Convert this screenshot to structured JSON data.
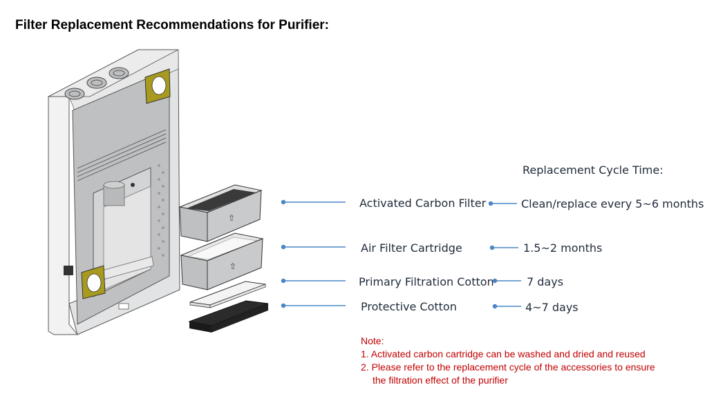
{
  "title": "Filter Replacement Recommendations for Purifier:",
  "cycle_heading": "Replacement Cycle Time:",
  "items": [
    {
      "label": "Activated Carbon Filter",
      "cycle": "Clean/replace every 5~6 months"
    },
    {
      "label": "Air Filter Cartridge",
      "cycle": "1.5~2 months"
    },
    {
      "label": "Primary Filtration Cotton",
      "cycle": "7 days"
    },
    {
      "label": "Protective Cotton",
      "cycle": "4~7 days"
    }
  ],
  "note": {
    "heading": "Note:",
    "line1": "1. Activated carbon cartridge can be washed and dried and reused",
    "line2a": "2. Please refer to the replacement cycle of the accessories to ensure",
    "line2b": "the filtration effect of the purifier"
  },
  "colors": {
    "leader": "#4a86c5",
    "note": "#c00000",
    "accent_panel": "#a89a1e"
  }
}
